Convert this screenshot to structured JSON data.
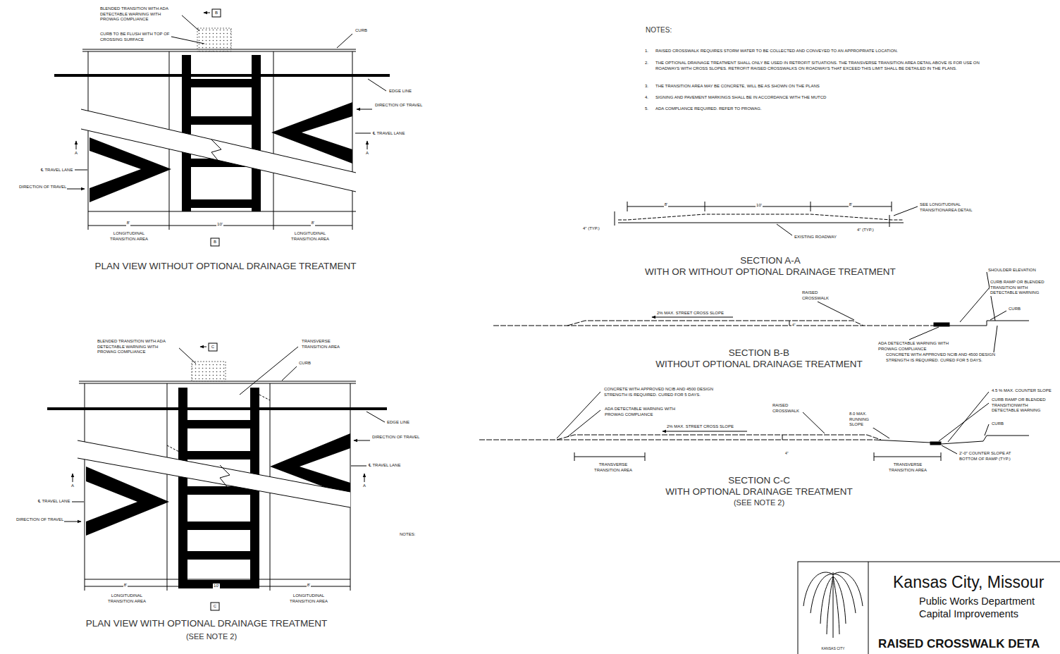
{
  "diagram": {
    "title": "RAISED CROSSWALK DETA",
    "labels": [
      "BLENDED TRANSITION WITH ADA DETECTABLE WARNING WITH PROWAG COMPLIANCE",
      "B",
      "CURB TO BE FLUSH WITH TOP OF CROSSING SURFACE",
      "CURB",
      "EDGE LINE",
      "DIRECTION OF TRAVEL",
      "℄ TRAVEL LANE",
      "A",
      "A",
      "℄ TRAVEL LANE",
      "DIRECTION OF TRAVEL",
      "8'",
      "10'",
      "8'",
      "LONGITUDINAL TRANSITION AREA",
      "LONGITUDINAL TRANSITION AREA",
      "B",
      "PLAN VIEW WITHOUT OPTIONAL DRAINAGE TREATMENT",
      "BLENDED TRANSITION WITH ADA DETECTABLE WARNING WITH PROWAG COMPLIANCE",
      "C",
      "TRANSVERSE TRANSITION AREA",
      "CURB",
      "EDGE LINE",
      "DIRECTION OF TRAVEL",
      "℄ TRAVEL LANE",
      "A",
      "A",
      "℄ TRAVEL LANE",
      "DIRECTION OF TRAVEL",
      "NOTES:",
      "8'",
      "10'",
      "8'",
      "LONGITUDINAL TRANSITION AREA",
      "LONGITUDINAL TRANSITION AREA",
      "C",
      "PLAN VIEW WITH OPTIONAL DRAINAGE TREATMENT",
      "(SEE NOTE 2)",
      "NOTES:",
      "1.",
      "RAISED CROSSWALK REQUIRES STORM WATER TO BE COLLECTED AND CONVEYED TO AN APPROPRIATE LOCATION.",
      "2.",
      "THE OPTIONAL DRAINAGE TREATMENT SHALL ONLY BE USED IN RETROFIT SITUATIONS. THE TRANSVERSE TRANSITION AREA DETAIL ABOVE IS FOR USE ON ROADWAYS WITH CROSS SLOPES. RETROFIT RAISED CROSSWALKS ON ROADWAYS THAT EXCEED THIS LIMIT SHALL BE DETAILED IN THE PLANS.",
      "3.",
      "THE TRANSITION AREA MAY BE CONCRETE, WILL BE AS SHOWN ON THE PLANS",
      "4.",
      "SIGNING AND PAVEMENT MARKINGS SHALL BE IN ACCORDANCE WITH THE MUTCD",
      "5.",
      "ADA COMPLIANCE REQUIRED. REFER TO PROWAG.",
      "8'",
      "10'",
      "8'",
      "SEE LONGITUDINAL TRANSITIONAREA DETAIL",
      "4\" (TYP.)",
      "EXISTING ROADWAY",
      "4\" (TYP.)",
      "SECTION A-A",
      "WITH OR WITHOUT OPTIONAL DRAINAGE TREATMENT",
      "SHOULDER ELEVATION",
      "CURB RAMP OR BLENDED TRANSITION WITH DETECTABLE WARNING",
      "RAISED CROSSWALK",
      "CURB",
      "2% MAX. STREET CROSS SLOPE",
      "4\"",
      "ADA DETECTABLE WARNING WITH PROWAG COMPLIANCE",
      "SECTION B-B",
      "WITHOUT OPTIONAL DRAINAGE TREATMENT",
      "CONCRETE WITH APPROVED NCIB AND 4500 DESIGN STRENGTH IS REQUIRED. CURED FOR 5 DAYS.",
      "CONCRETE WITH APPROVED NCIB AND 4500 DESIGN STRENGTH IS REQUIRED. CURED FOR 5 DAYS.",
      "4.5 % MAX. COUNTER SLOPE",
      "CURB RAMP OR BLENDED TRANSITIONWITH DETECTABLE WARNING",
      "ADA DETECTABLE WARNING WITH PROWAG COMPLIANCE",
      "RAISED CROSSWALK",
      "8.0 MAX. RUNNING SLOPE",
      "CURB",
      "2% MAX. STREET CROSS SLOPE",
      "4\"",
      "2'-0\" COUNTER SLOPE AT BOTTOM OF RAMP (TYP.)",
      "TRANSVERSE TRANSITION AREA",
      "TRANSVERSE TRANSITION AREA",
      "SECTION C-C",
      "WITH OPTIONAL DRAINAGE TREATMENT",
      "(SEE NOTE 2)",
      "KANSAS CITY",
      "Kansas City, Missour",
      "Public Works Department",
      "Capital Improvements"
    ]
  }
}
